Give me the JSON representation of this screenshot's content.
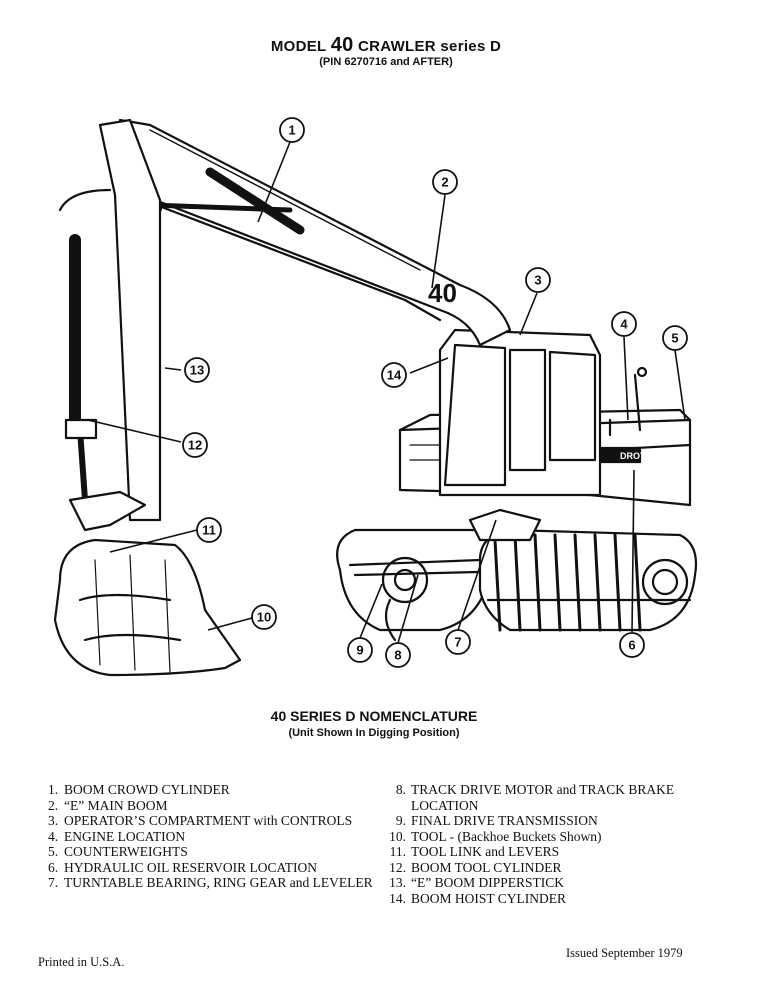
{
  "header": {
    "title_prefix": "MODEL",
    "title_model": "40",
    "title_suffix": "CRAWLER series D",
    "subtitle": "(PIN 6270716 and AFTER)"
  },
  "illustration": {
    "boom_marking": "40",
    "brand_plate": "DROTT",
    "callouts": [
      "1",
      "2",
      "3",
      "4",
      "5",
      "6",
      "7",
      "8",
      "9",
      "10",
      "11",
      "12",
      "13",
      "14"
    ]
  },
  "nomenclature": {
    "title": "40 SERIES D NOMENCLATURE",
    "subtitle": "(Unit Shown In Digging Position)",
    "left_items": [
      {
        "num": "1.",
        "text": "BOOM CROWD CYLINDER"
      },
      {
        "num": "2.",
        "text": "“E” MAIN BOOM"
      },
      {
        "num": "3.",
        "text": "OPERATOR’S COMPARTMENT with CONTROLS"
      },
      {
        "num": "4.",
        "text": "ENGINE LOCATION"
      },
      {
        "num": "5.",
        "text": "COUNTERWEIGHTS"
      },
      {
        "num": "6.",
        "text": "HYDRAULIC OIL RESERVOIR LOCATION"
      },
      {
        "num": "7.",
        "text": "TURNTABLE BEARING, RING GEAR and LEVELER"
      }
    ],
    "right_items": [
      {
        "num": "8.",
        "text": "TRACK DRIVE MOTOR and TRACK BRAKE LOCATION"
      },
      {
        "num": "9.",
        "text": "FINAL DRIVE TRANSMISSION"
      },
      {
        "num": "10.",
        "text": "TOOL - (Backhoe Buckets Shown)"
      },
      {
        "num": "11.",
        "text": "TOOL LINK and LEVERS"
      },
      {
        "num": "12.",
        "text": "BOOM TOOL CYLINDER"
      },
      {
        "num": "13.",
        "text": "“E” BOOM DIPPERSTICK"
      },
      {
        "num": "14.",
        "text": "BOOM HOIST CYLINDER"
      }
    ]
  },
  "footer": {
    "left": "Printed in U.S.A.",
    "right": "Issued September 1979"
  }
}
